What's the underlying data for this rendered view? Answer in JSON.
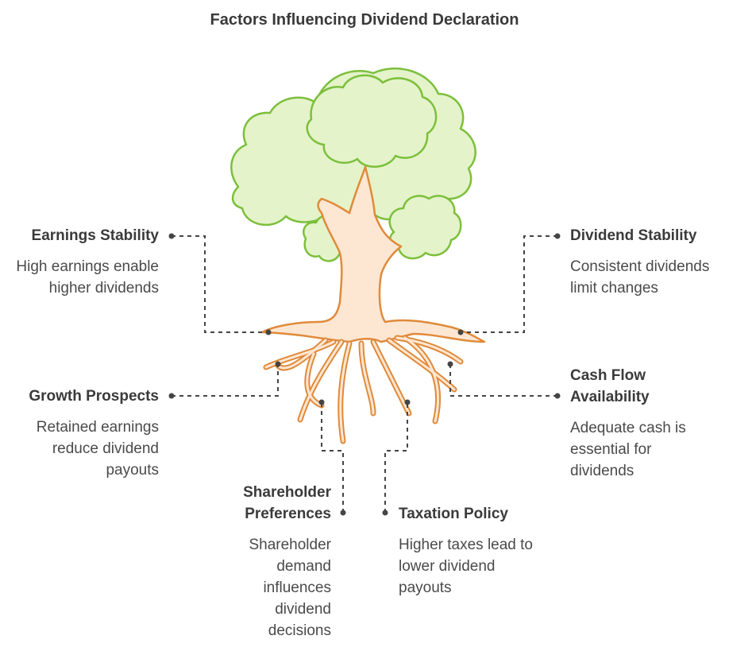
{
  "title": "Factors Influencing Dividend Declaration",
  "colors": {
    "foliage_fill": "#e4f3c9",
    "foliage_stroke": "#7cbf3c",
    "trunk_fill": "#fde7d3",
    "trunk_stroke": "#e08a3a",
    "connector": "#444444",
    "text": "#3a3a3a"
  },
  "factors": [
    {
      "id": "earnings-stability",
      "title": "Earnings Stability",
      "description": "High earnings enable higher dividends"
    },
    {
      "id": "growth-prospects",
      "title": "Growth Prospects",
      "description": "Retained earnings reduce dividend payouts"
    },
    {
      "id": "shareholder-preferences",
      "title": "Shareholder Preferences",
      "description": "Shareholder demand influences dividend decisions"
    },
    {
      "id": "taxation-policy",
      "title": "Taxation Policy",
      "description": "Higher taxes lead to lower dividend payouts"
    },
    {
      "id": "cash-flow-availability",
      "title": "Cash Flow Availability",
      "description": "Adequate cash is essential for dividends"
    },
    {
      "id": "dividend-stability",
      "title": "Dividend Stability",
      "description": "Consistent dividends limit changes"
    }
  ]
}
